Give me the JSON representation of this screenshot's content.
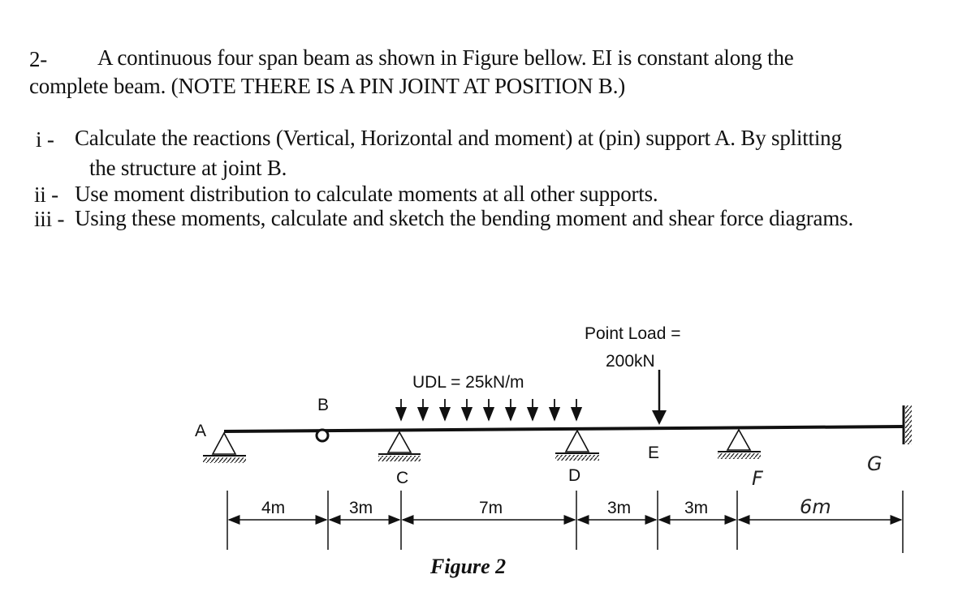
{
  "question": {
    "number": "2-",
    "line1": "A continuous four span beam as shown in Figure bellow. EI is constant along the",
    "line2": "complete beam. (NOTE THERE IS A PIN JOINT AT POSITION B.)",
    "items": [
      {
        "marker": "i -",
        "text": "Calculate the reactions (Vertical, Horizontal and moment) at (pin) support A. By splitting",
        "cont": "the structure at joint B."
      },
      {
        "marker": "ii -",
        "text": "Use moment distribution to calculate moments at all other supports.",
        "cont": ""
      },
      {
        "marker": "iii -",
        "text": "Using these moments, calculate and sketch the bending moment and shear force diagrams.",
        "cont": ""
      }
    ]
  },
  "figure": {
    "caption": "Figure 2",
    "nodes": {
      "A": "A",
      "B": "B",
      "C": "C",
      "D": "D",
      "E": "E",
      "F": "F",
      "G": "G"
    },
    "udl_label": "UDL = 25kN/m",
    "point_load_line1": "Point Load =",
    "point_load_line2": "200kN",
    "spans": [
      "4m",
      "3m",
      "7m",
      "3m",
      "3m",
      "6m"
    ]
  }
}
